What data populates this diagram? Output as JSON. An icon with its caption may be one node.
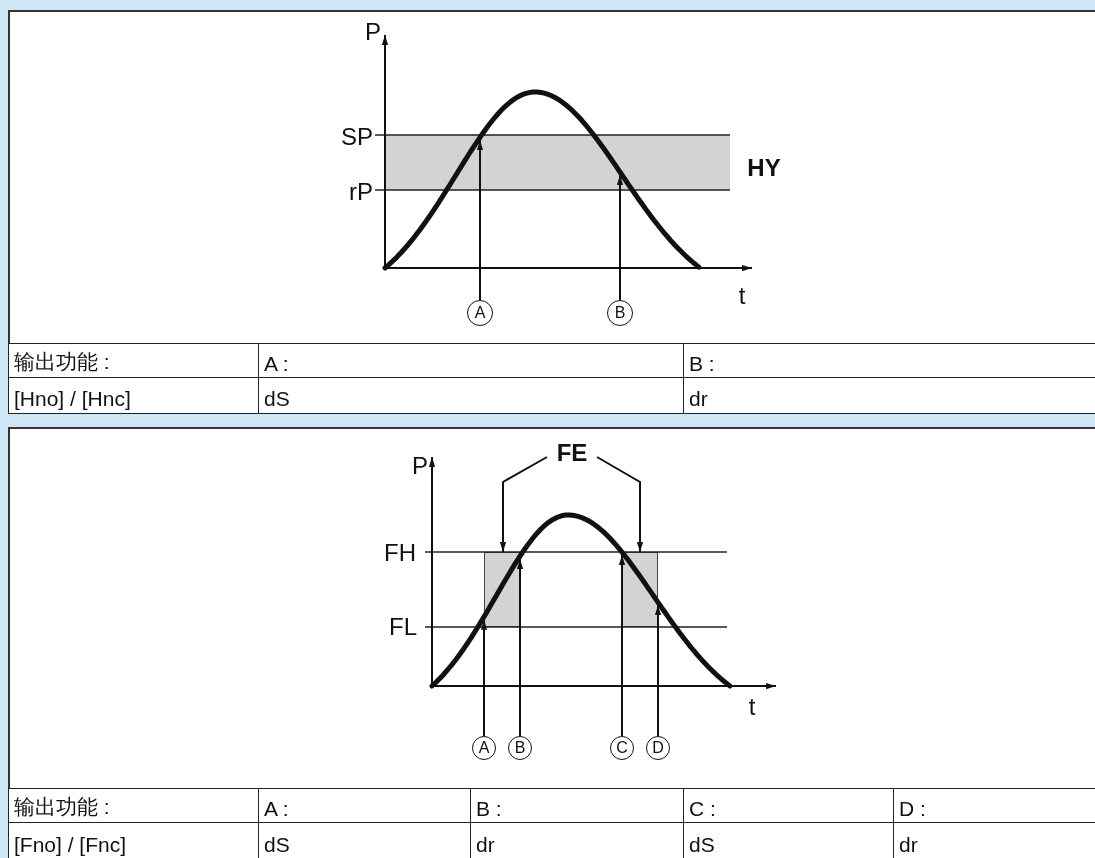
{
  "diagram": {
    "nodes": [
      {
        "text": [
          "A"
        ]
      },
      {
        "text": [
          "B"
        ]
      },
      {
        "text": [
          "FE"
        ]
      },
      {
        "text": [],
        "shape": "box"
      },
      {
        "text": [],
        "shape": "box"
      },
      {
        "text": [
          "A"
        ]
      },
      {
        "text": [
          "B"
        ]
      },
      {
        "text": [
          "C"
        ]
      },
      {
        "text": [
          "D"
        ]
      }
    ],
    "edges": [
      {
        "from": 0,
        "to": null,
        "arrow": "to"
      },
      {
        "from": 1,
        "to": null,
        "arrow": "to"
      },
      {
        "from": 2,
        "to": 3,
        "arrow": "to"
      },
      {
        "from": 2,
        "to": 4,
        "arrow": "to"
      },
      {
        "from": 5,
        "to": 3,
        "arrow": "to"
      },
      {
        "from": 6,
        "to": 3,
        "arrow": "to"
      },
      {
        "from": 7,
        "to": 4,
        "arrow": "to"
      },
      {
        "from": 8,
        "to": 4,
        "arrow": "to"
      }
    ],
    "labels": [
      "P",
      "SP",
      "HY",
      "rP",
      "t",
      "输出功能 :",
      "A :",
      "B :",
      "[Hno] / [Hnc]",
      "dS",
      "dr",
      "P",
      "FH",
      "FL",
      "t",
      "输出功能 :",
      "A :",
      "B :",
      "C :",
      "D :",
      "[Fno] / [Fnc]",
      "dS",
      "dr",
      "dS",
      "dr"
    ]
  }
}
